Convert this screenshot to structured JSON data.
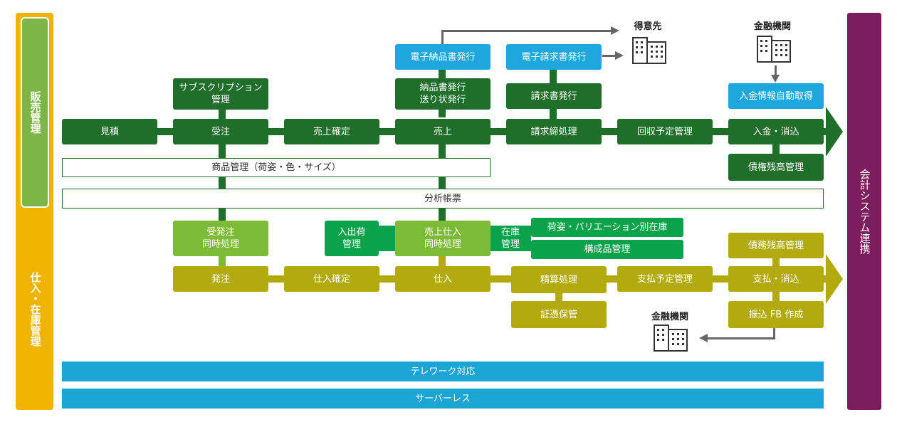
{
  "left_panel": {
    "sales_label": "販売管理",
    "purchase_label": "仕入・在庫管理"
  },
  "right_panel": {
    "label": "会計システム連携"
  },
  "sales": {
    "main_flow": [
      "見積",
      "受注",
      "売上確定",
      "売上",
      "請求締処理",
      "回収予定管理",
      "入金・消込"
    ],
    "subscription": "サブスクリプション\n管理",
    "delivery_slip": "納品書発行\n送り状発行",
    "e_delivery": "電子納品書発行",
    "e_invoice": "電子請求書発行",
    "invoice": "請求書発行",
    "auto_fetch": "入金情報自動取得",
    "receivable_balance": "債権残高管理",
    "product_mgmt": "商品管理（荷姿・色・サイズ）",
    "analysis": "分析帳票"
  },
  "purchase": {
    "main_flow": [
      "発注",
      "仕入確定",
      "仕入",
      "精算処理",
      "支払予定管理",
      "支払・消込"
    ],
    "simul_order": "受発注\n同時処理",
    "inout": "入出荷\n管理",
    "sales_purchase": "売上仕入\n同時処理",
    "stock_label": "在庫\n管理",
    "packing_stock": "荷姿・バリエーション別在庫",
    "component_mgmt": "構成品管理",
    "payable_balance": "債務残高管理",
    "voucher": "証憑保管",
    "fb": "振込 FB 作成"
  },
  "external": {
    "customer": "得意先",
    "bank_top": "金融機関",
    "bank_bottom": "金融機関"
  },
  "bands": [
    "テレワーク対応",
    "サーバーレス"
  ],
  "colors": {
    "dark_green": "#1f6e2a",
    "light_green": "#7cbb35",
    "olive": "#b3ab0e",
    "sky": "#1ea7dc",
    "purple": "#7c1d5e",
    "yellow": "#f0b400"
  }
}
